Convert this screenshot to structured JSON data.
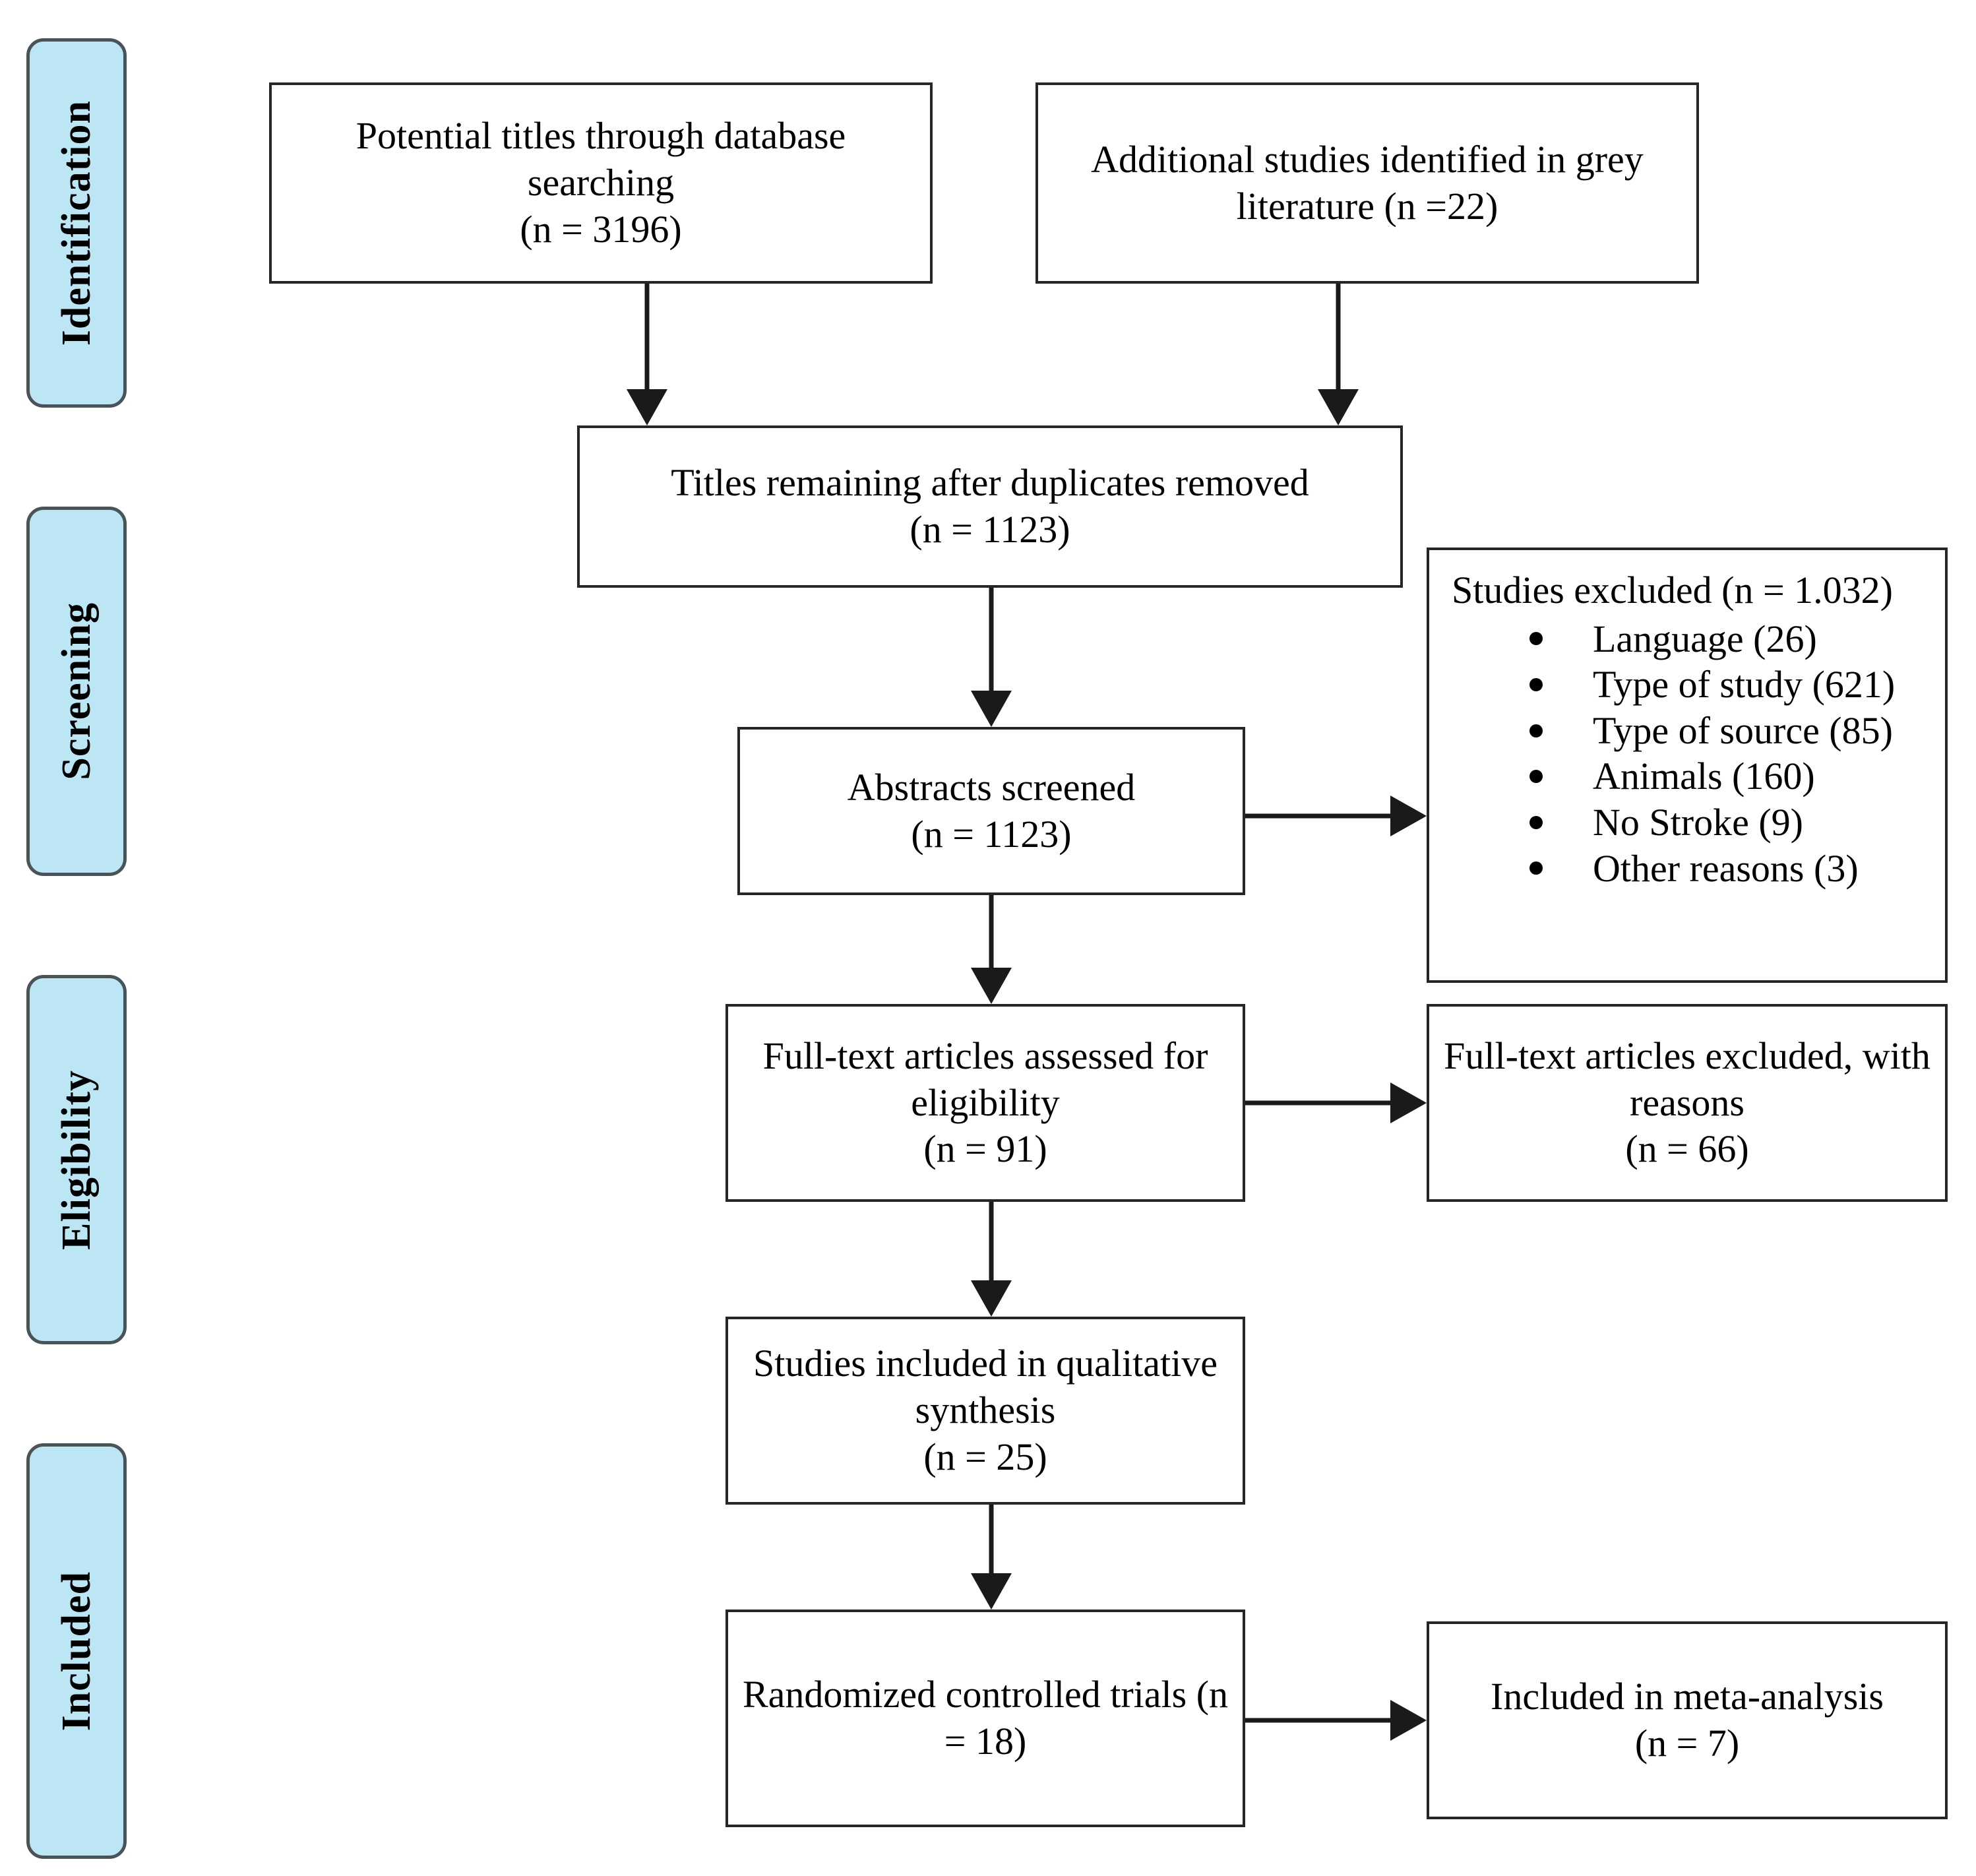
{
  "diagram": {
    "title": "PRISMA study selection flow diagram",
    "type": "flowchart",
    "accent_color": "#bde6f5",
    "border_color": "#4a5358",
    "box_border_color": "#262626",
    "background": "#ffffff"
  },
  "stages": [
    {
      "label": "Identification"
    },
    {
      "label": "Screening"
    },
    {
      "label": "Eligibility"
    },
    {
      "label": "Included"
    }
  ],
  "boxes": {
    "database_search": "Potential titles through database searching\n(n = 3196)",
    "grey_literature": "Additional studies identified in grey literature (n =22)",
    "duplicates_removed": "Titles remaining after duplicates removed\n(n = 1123)",
    "abstracts_screened": "Abstracts screened\n(n = 1123)",
    "fulltext_assessed": "Full-text articles assessed for eligibility\n(n = 91)",
    "fulltext_excluded": "Full-text articles excluded, with reasons\n(n = 66)",
    "qualitative_synthesis": "Studies included in qualitative synthesis\n(n = 25)",
    "rct": "Randomized controlled trials (n = 18)",
    "meta_analysis": "Included in meta-analysis\n(n = 7)"
  },
  "excluded": {
    "title": "Studies excluded (n = 1.032)",
    "reasons": [
      "Language (26)",
      "Type of study (621)",
      "Type of source (85)",
      "Animals (160)",
      "No Stroke (9)",
      "Other reasons (3)"
    ]
  }
}
